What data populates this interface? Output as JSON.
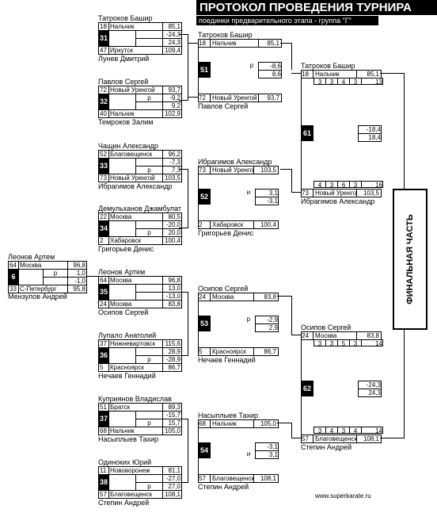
{
  "header": {
    "title": "ПРОТОКОЛ ПРОВЕДЕНИЯ ТУРНИРА",
    "subtitle": "поединки предварительного этапа - группа \"Г\""
  },
  "final_label": "ФИНАЛЬНАЯ ЧАСТЬ",
  "site": "www.superkarate.ru",
  "bout6": {
    "top_name": "Леонов Артем",
    "bottom_name": "Мензулов Андрей",
    "bout": "6",
    "r1": {
      "num": "64",
      "city": "Москва",
      "val": "96,8"
    },
    "r2": {
      "mid": "р",
      "val": "1,0"
    },
    "r3": {
      "mid": "",
      "val": "-1,0"
    },
    "r4": {
      "num": "33",
      "city": "С-Петербург",
      "val": "95,8"
    }
  },
  "bout31": {
    "top_name": "Татроков Башир",
    "bottom_name": "Лунев Дмитрий",
    "bout": "31",
    "r1": {
      "num": "18",
      "city": "Нальчик",
      "val": "85,1"
    },
    "r2": {
      "mid": "",
      "val": "-24,3"
    },
    "r3": {
      "mid": "",
      "val": "24,3"
    },
    "r4": {
      "num": "47",
      "city": "Иркутск",
      "val": "109,4"
    }
  },
  "bout32": {
    "top_name": "Павлов Сергей",
    "bottom_name": "Темроков Залим",
    "bout": "32",
    "r1": {
      "num": "72",
      "city": "Новый Уренгой",
      "val": "93,7"
    },
    "r2": {
      "mid": "р",
      "val": "-9,2"
    },
    "r3": {
      "mid": "",
      "val": "9,2"
    },
    "r4": {
      "num": "40",
      "city": "Нальчик",
      "val": "102,9"
    }
  },
  "bout33": {
    "top_name": "Чащин Александр",
    "bottom_name": "Ибрагимов Александр",
    "bout": "33",
    "r1": {
      "num": "52",
      "city": "Благовещенск",
      "val": "96,2"
    },
    "r2": {
      "mid": "",
      "val": "-7,3"
    },
    "r3": {
      "mid": "р",
      "val": "7,3"
    },
    "r4": {
      "num": "73",
      "city": "Новый Уренгой",
      "val": "103,5"
    }
  },
  "bout34": {
    "top_name": "Демульханов Джамбулат",
    "bottom_name": "Григорьев Денис",
    "bout": "34",
    "r1": {
      "num": "22",
      "city": "Москва",
      "val": "80,5"
    },
    "r2": {
      "mid": "",
      "val": "-20,0"
    },
    "r3": {
      "mid": "р",
      "val": "20,0"
    },
    "r4": {
      "num": "2",
      "city": "Хабаровск",
      "val": "100,4"
    }
  },
  "bout35": {
    "top_name": "Леонов Артем",
    "bottom_name": "Осипов Сергей",
    "bout": "35",
    "r1": {
      "num": "64",
      "city": "Москва",
      "val": "96,8"
    },
    "r2": {
      "mid": "",
      "val": "13,0"
    },
    "r3": {
      "mid": "",
      "val": "-13,0"
    },
    "r4": {
      "num": "24",
      "city": "Москва",
      "val": "83,8"
    }
  },
  "bout36": {
    "top_name": "Лупало Анатолий",
    "bottom_name": "Нечаев Геннадий",
    "bout": "36",
    "r1": {
      "num": "37",
      "city": "Нижневартовск",
      "val": "115,6"
    },
    "r2": {
      "mid": "",
      "val": "28,9"
    },
    "r3": {
      "mid": "р",
      "val": "-28,9"
    },
    "r4": {
      "num": "5",
      "city": "Красноярск",
      "val": "86,7"
    }
  },
  "bout37": {
    "top_name": "Куприянов Владислав",
    "bottom_name": "Насыплыев Тахир",
    "bout": "37",
    "r1": {
      "num": "51",
      "city": "Братск",
      "val": "89,3"
    },
    "r2": {
      "mid": "",
      "val": "-15,7"
    },
    "r3": {
      "mid": "р",
      "val": "15,7"
    },
    "r4": {
      "num": "68",
      "city": "Нальчик",
      "val": "105,0"
    }
  },
  "bout38": {
    "top_name": "Одиноких Юрий",
    "bottom_name": "Степин Андрей",
    "bout": "38",
    "r1": {
      "num": "11",
      "city": "Нововоронеж",
      "val": "81,1"
    },
    "r2": {
      "mid": "",
      "val": "-27,0"
    },
    "r3": {
      "mid": "р",
      "val": "27,0"
    },
    "r4": {
      "num": "57",
      "city": "Благовещенск",
      "val": "108,1"
    }
  },
  "bout51": {
    "top_name": "Татроков Башир",
    "bottom_name": "Павлов Сергей",
    "bout": "51",
    "r1": {
      "num": "18",
      "city": "Нальчик",
      "val": "85,1"
    },
    "r2": {
      "mid": "р",
      "val": "-8,6"
    },
    "r3": {
      "mid": "",
      "val": "8,6"
    },
    "r4": {
      "num": "72",
      "city": "Новый Уренгой",
      "val": "93,7"
    }
  },
  "bout52": {
    "top_name": "Ибрагимов Александр",
    "bottom_name": "Григорьев Денис",
    "bout": "52",
    "r1": {
      "num": "73",
      "city": "Новый Уренгой",
      "val": "103,5"
    },
    "r2": {
      "mid": "и",
      "val": "3,1"
    },
    "r3": {
      "mid": "",
      "val": "-3,1"
    },
    "r4": {
      "num": "2",
      "city": "Хабаровск",
      "val": "100,4"
    }
  },
  "bout53": {
    "top_name": "Осипов Сергей",
    "bottom_name": "Нечаев Геннадий",
    "bout": "53",
    "r1": {
      "num": "24",
      "city": "Москва",
      "val": "83,8"
    },
    "r2": {
      "mid": "р",
      "val": "-2,9"
    },
    "r3": {
      "mid": "",
      "val": "2,9"
    },
    "r4": {
      "num": "5",
      "city": "Красноярск",
      "val": "86,7"
    }
  },
  "bout54": {
    "top_name": "Насыплыев Тахир",
    "bottom_name": "Степин Андрей",
    "bout": "54",
    "r1": {
      "num": "68",
      "city": "Нальчик",
      "val": "105,0"
    },
    "r2": {
      "mid": "",
      "val": "-3,1"
    },
    "r3": {
      "mid": "и",
      "val": "3,1"
    },
    "r4": {
      "num": "57",
      "city": "Благовещенск",
      "val": "108,1"
    }
  },
  "bout61": {
    "top_name": "Татроков Башир",
    "bottom_name": "Ибрагимов Александр",
    "bout": "61",
    "r1": {
      "num": "18",
      "city": "Нальчик",
      "val": "85,1"
    },
    "scores_top": [
      "3",
      "3",
      "4",
      "3",
      "13"
    ],
    "val_a": "-18,4",
    "val_b": "18,4",
    "scores_bottom": [
      "4",
      "3",
      "6",
      "3",
      "16"
    ],
    "r4": {
      "num": "73",
      "city": "Новый Уренгой",
      "val": "103,5"
    }
  },
  "bout62": {
    "top_name": "Осипов Сергей",
    "bottom_name": "Степин Андрей",
    "bout": "62",
    "r1": {
      "num": "24",
      "city": "Москва",
      "val": "83,8"
    },
    "scores_top": [
      "3",
      "3",
      "5",
      "3",
      "14"
    ],
    "val_a": "-24,3",
    "val_b": "24,3",
    "scores_bottom": [
      "3",
      "4",
      "3",
      "4",
      "14"
    ],
    "r4": {
      "num": "57",
      "city": "Благовещенск",
      "val": "108,1"
    }
  }
}
